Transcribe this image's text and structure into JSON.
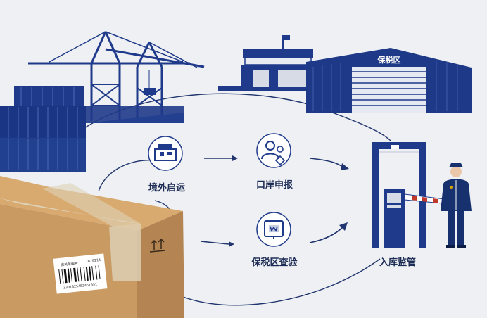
{
  "bonded_warehouse": {
    "sign": "保税区"
  },
  "steps": [
    {
      "label": "境外启运",
      "icon": "customs-office-icon"
    },
    {
      "label": "口岸申报",
      "icon": "officers-icon"
    },
    {
      "label": "保税区查验",
      "icon": "inspection-screen-icon"
    },
    {
      "label": "入库监管",
      "icon": "security-gate-icon"
    }
  ],
  "package": {
    "barcode_title": "报关单编号",
    "barcode_tag": "ZG-0214",
    "barcode_number": "3301025482451051"
  },
  "colors": {
    "brand": "#1f3a8a",
    "navy": "#17306e",
    "cardboard": "#c99b63",
    "tape": "#ded2b8"
  }
}
